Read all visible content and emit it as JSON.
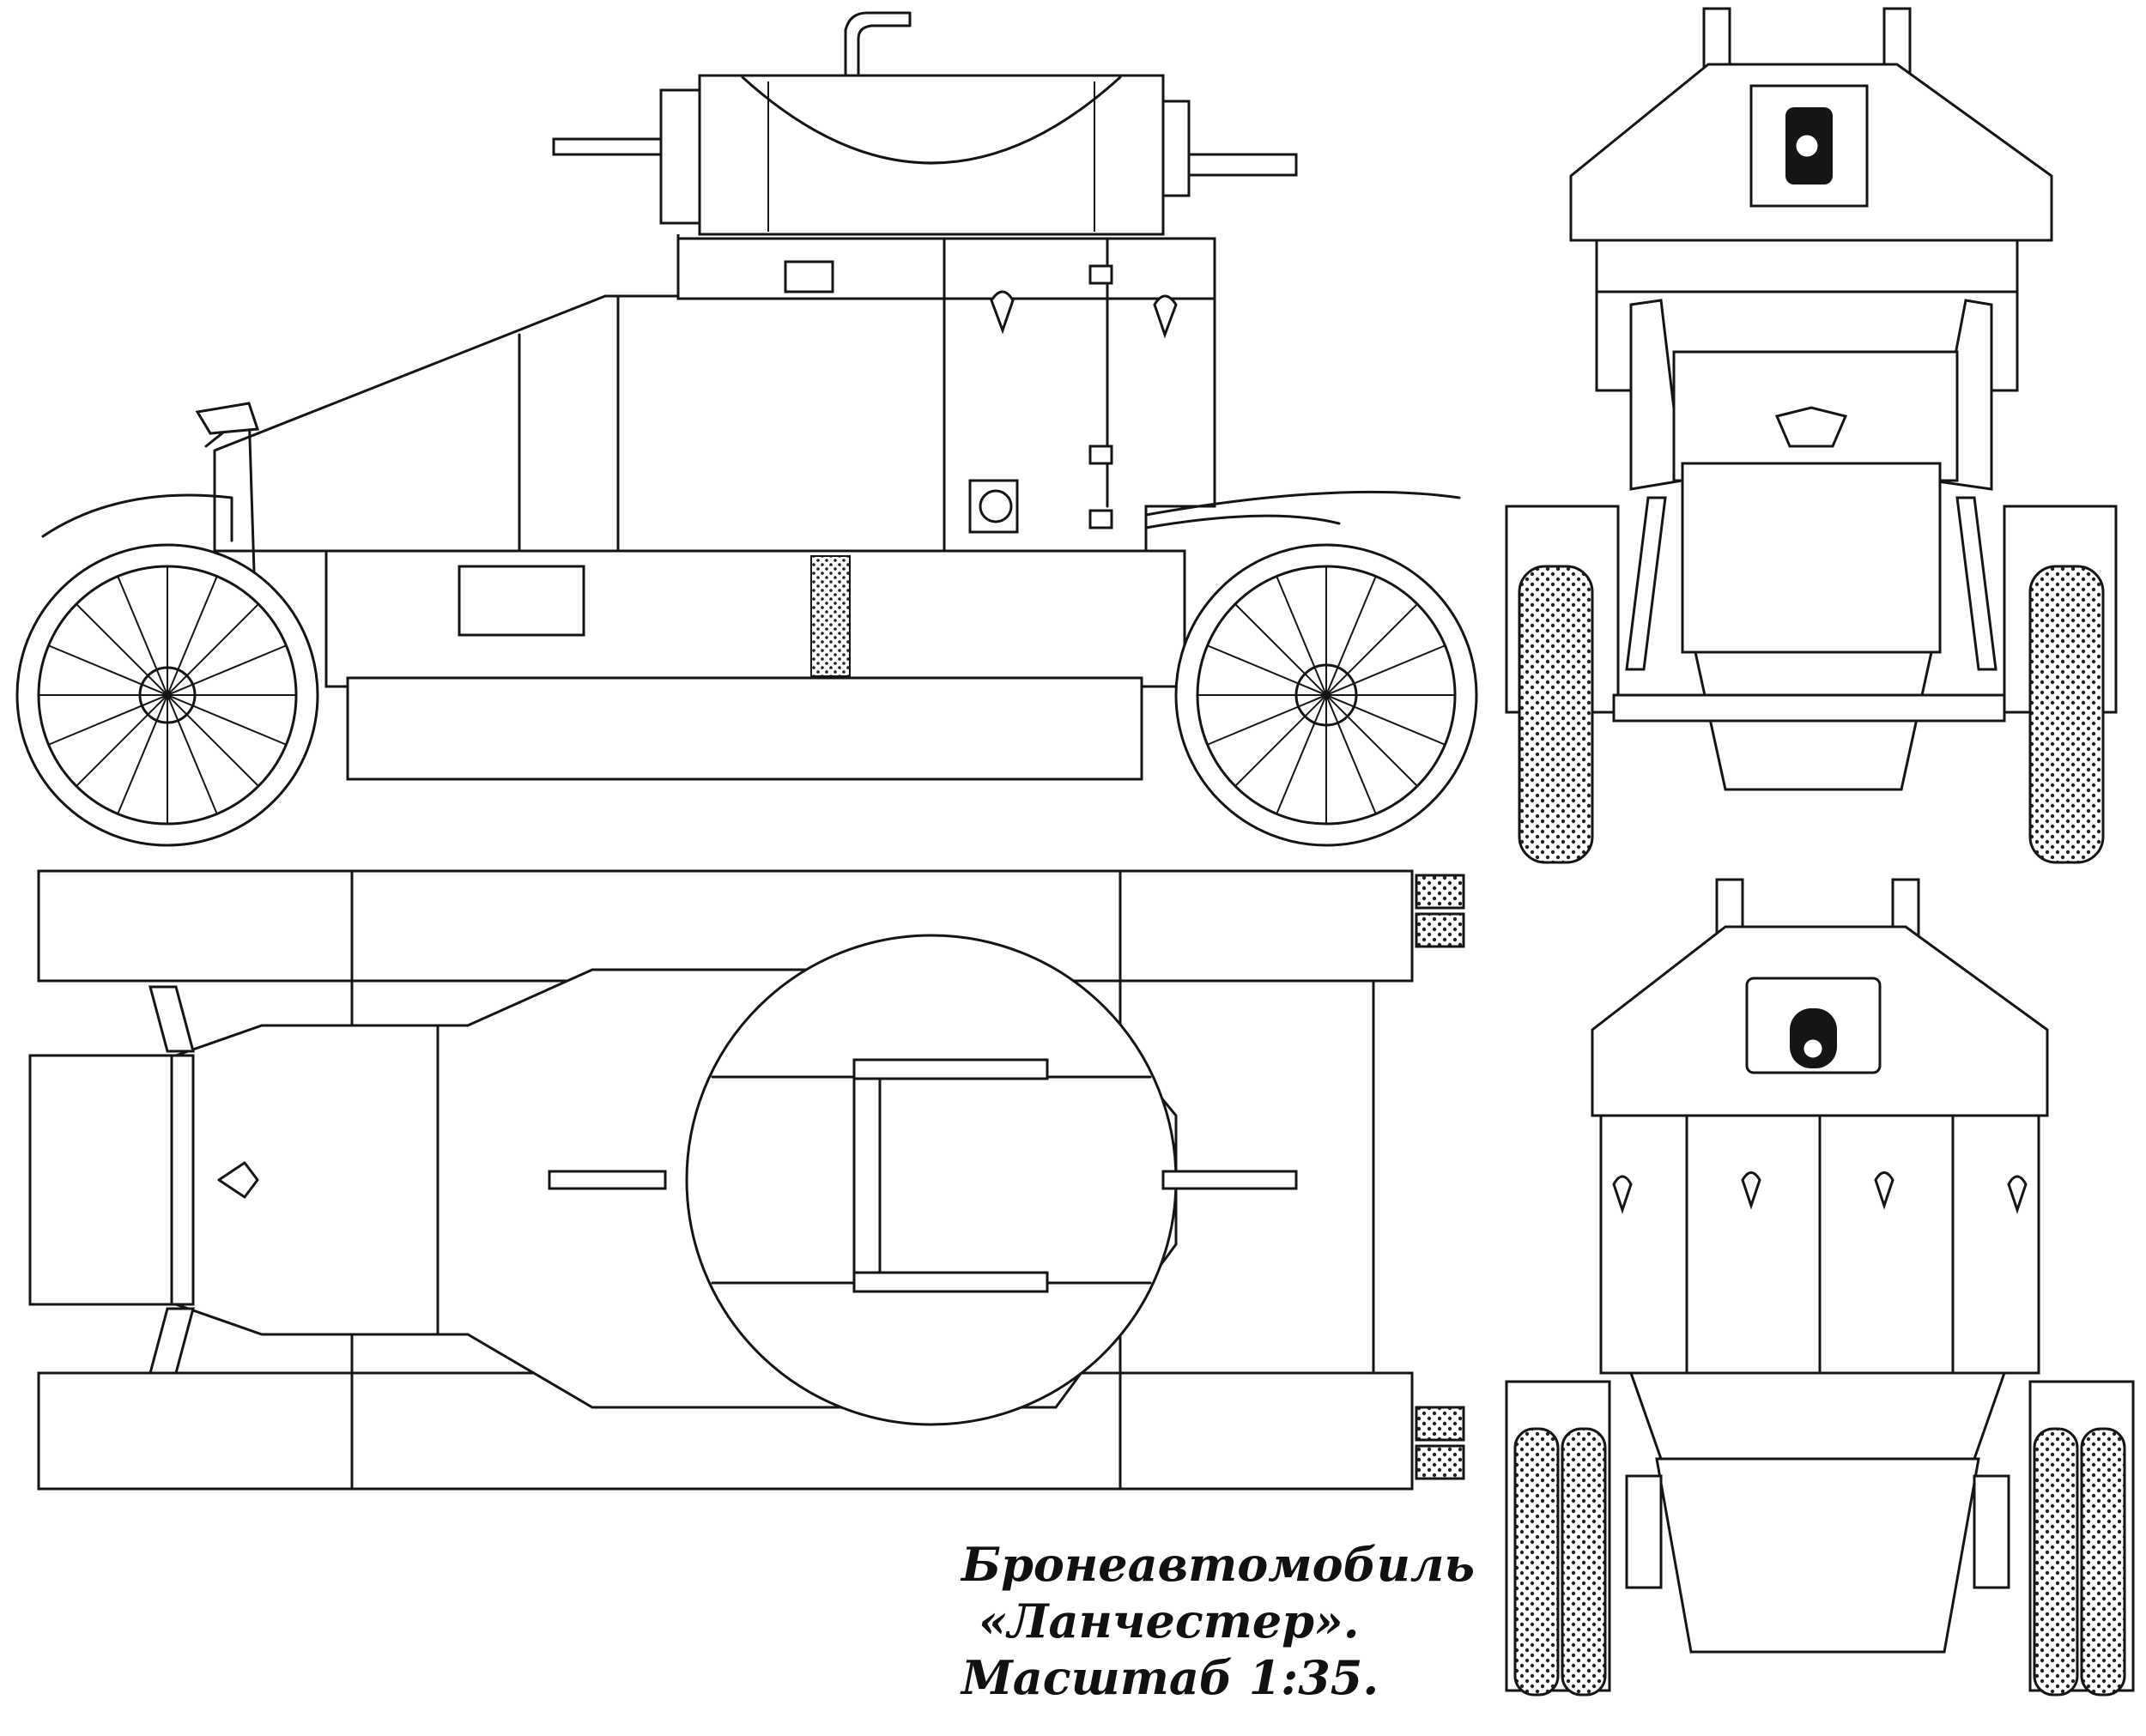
{
  "caption": {
    "line1": "Бронеавтомобиль",
    "line2": "«Ланчестер».",
    "line3": "Масштаб 1:35."
  },
  "colors": {
    "ink": "#151515",
    "paper": "#ffffff"
  }
}
